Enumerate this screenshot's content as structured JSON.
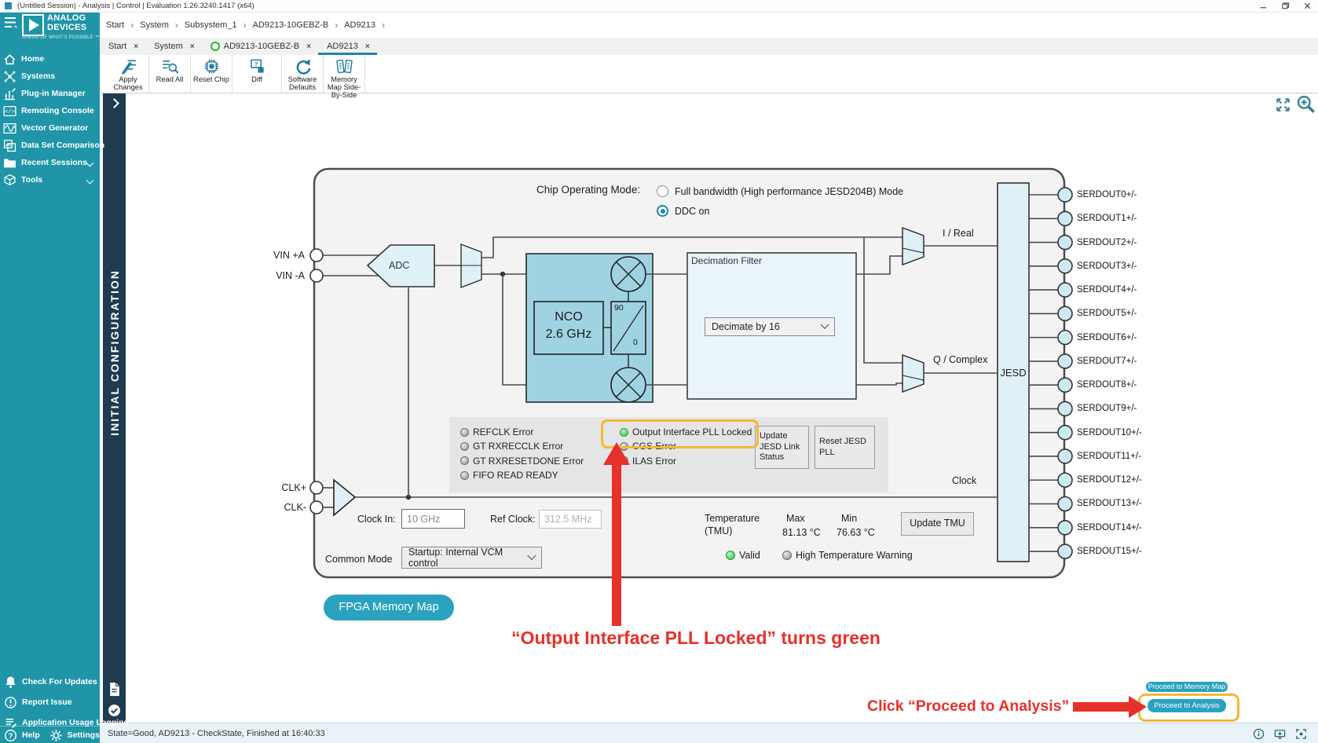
{
  "window": {
    "title": "(Untitled Session) - Analysis | Control | Evaluation 1.26.3240.1417 (x64)"
  },
  "brand": {
    "line1": "ANALOG",
    "line2": "DEVICES",
    "tagline": "AHEAD OF WHAT'S POSSIBLE ™"
  },
  "breadcrumb": {
    "items": [
      "Start",
      "System",
      "Subsystem_1",
      "AD9213-10GEBZ-B",
      "AD9213"
    ],
    "separator": "›"
  },
  "tabs": [
    {
      "label": "Start"
    },
    {
      "label": "System"
    },
    {
      "label": "AD9213-10GEBZ-B",
      "dot": true
    },
    {
      "label": "AD9213",
      "selected": true
    }
  ],
  "toolbar": [
    {
      "icon": "apply-changes",
      "label": "Apply Changes"
    },
    {
      "icon": "read-all",
      "label": "Read All"
    },
    {
      "icon": "reset-chip",
      "label": "Reset Chip"
    },
    {
      "icon": "diff",
      "label": "Diff"
    },
    {
      "icon": "software-defaults",
      "label": "Software Defaults"
    },
    {
      "icon": "memory-map",
      "label": "Memory Map Side-By-Side"
    }
  ],
  "sidebar": {
    "items": [
      {
        "icon": "home",
        "label": "Home"
      },
      {
        "icon": "systems",
        "label": "Systems"
      },
      {
        "icon": "plugin",
        "label": "Plug-in Manager"
      },
      {
        "icon": "console",
        "label": "Remoting Console"
      },
      {
        "icon": "vector",
        "label": "Vector Generator"
      },
      {
        "icon": "dataset",
        "label": "Data Set Comparison"
      },
      {
        "icon": "sessions",
        "label": "Recent Sessions",
        "chevron": true
      },
      {
        "icon": "tools",
        "label": "Tools",
        "chevron": true
      }
    ],
    "footer": [
      {
        "icon": "bell",
        "label": "Check For Updates"
      },
      {
        "icon": "alert",
        "label": "Report Issue"
      },
      {
        "icon": "usage",
        "label": "Application Usage Logging"
      }
    ],
    "help": "Help",
    "settings": "Settings"
  },
  "strip": {
    "title": "INITIAL CONFIGURATION"
  },
  "diagram": {
    "mode_label": "Chip Operating Mode:",
    "mode_options": [
      {
        "label": "Full bandwidth (High performance JESD204B) Mode",
        "selected": false
      },
      {
        "label": "DDC on",
        "selected": true
      }
    ],
    "vin_pins": [
      "VIN +A",
      "VIN -A"
    ],
    "clk_pins": [
      "CLK+",
      "CLK-"
    ],
    "adc": "ADC",
    "nco_line1": "NCO",
    "nco_line2": "2.6 GHz",
    "phase_top": "90",
    "phase_bottom": "0",
    "decimation_title": "Decimation Filter",
    "decimation_value": "Decimate by 16",
    "i_label": "I / Real",
    "q_label": "Q / Complex",
    "clock_label": "Clock",
    "jesd": "JESD",
    "serdout": [
      "SERDOUT0+/-",
      "SERDOUT1+/-",
      "SERDOUT2+/-",
      "SERDOUT3+/-",
      "SERDOUT4+/-",
      "SERDOUT5+/-",
      "SERDOUT6+/-",
      "SERDOUT7+/-",
      "SERDOUT8+/-",
      "SERDOUT9+/-",
      "SERDOUT10+/-",
      "SERDOUT11+/-",
      "SERDOUT12+/-",
      "SERDOUT13+/-",
      "SERDOUT14+/-",
      "SERDOUT15+/-"
    ],
    "status_left": [
      {
        "label": "REFCLK Error",
        "state": "gray"
      },
      {
        "label": "GT RXRECCLK Error",
        "state": "gray"
      },
      {
        "label": "GT RXRESETDONE Error",
        "state": "gray"
      },
      {
        "label": "FIFO READ READY",
        "state": "gray"
      }
    ],
    "status_right": [
      {
        "label": "Output Interface PLL Locked",
        "state": "green"
      },
      {
        "label": "CGS Error",
        "state": "gray"
      },
      {
        "label": "ILAS Error",
        "state": "gray"
      }
    ],
    "btn_update_jesd": "Update JESD Link Status",
    "btn_reset_jesd": "Reset JESD PLL",
    "clock_in_label": "Clock In:",
    "clock_in_value": "10 GHz",
    "ref_clock_label": "Ref Clock:",
    "ref_clock_value": "312.5 MHz",
    "common_mode_label": "Common Mode",
    "common_mode_value": "Startup: Internal VCM control",
    "temp": {
      "l1": "Temperature",
      "l2": "(TMU)",
      "max_label": "Max",
      "max_value": "81.13 °C",
      "min_label": "Min",
      "min_value": "76.63 °C",
      "button": "Update TMU",
      "valid": "Valid",
      "warning": "High Temperature Warning"
    }
  },
  "fpga_button": "FPGA Memory Map",
  "annotations": {
    "note_pll": "“Output Interface PLL Locked” turns green",
    "note_proceed": "Click “Proceed to Analysis”",
    "color": "#e8302a",
    "highlight_color": "#f1b83a"
  },
  "proceed": {
    "memory_map": "Proceed to Memory Map",
    "analysis": "Proceed to Analysis"
  },
  "statusbar": {
    "text": "State=Good, AD9213 - CheckState, Finished at 16:40:33"
  }
}
